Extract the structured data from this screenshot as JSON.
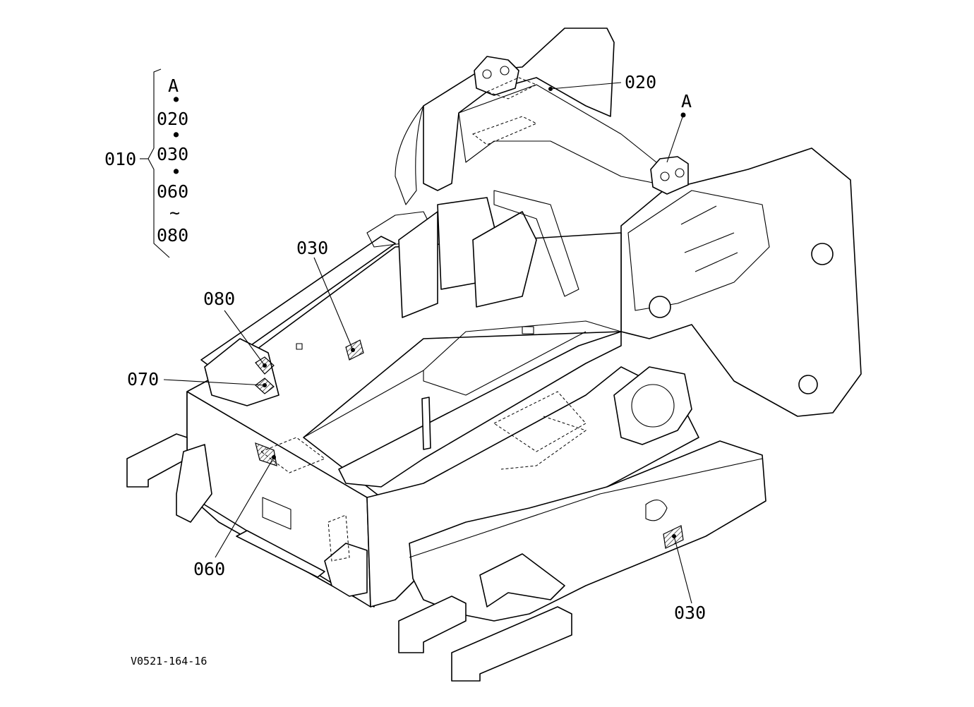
{
  "drawing_code": "V0521-164-16",
  "colors": {
    "line": "#000000",
    "background": "#ffffff"
  },
  "callouts": {
    "group_label": "010",
    "group_members": [
      "A",
      "020",
      "030",
      "060",
      "080"
    ],
    "group_separators": [
      "•",
      "•",
      "•",
      "~"
    ],
    "a_ref": "A",
    "c020": "020",
    "c030_top": "030",
    "c030_bottom": "030",
    "c060": "060",
    "c070": "070",
    "c080": "080"
  }
}
